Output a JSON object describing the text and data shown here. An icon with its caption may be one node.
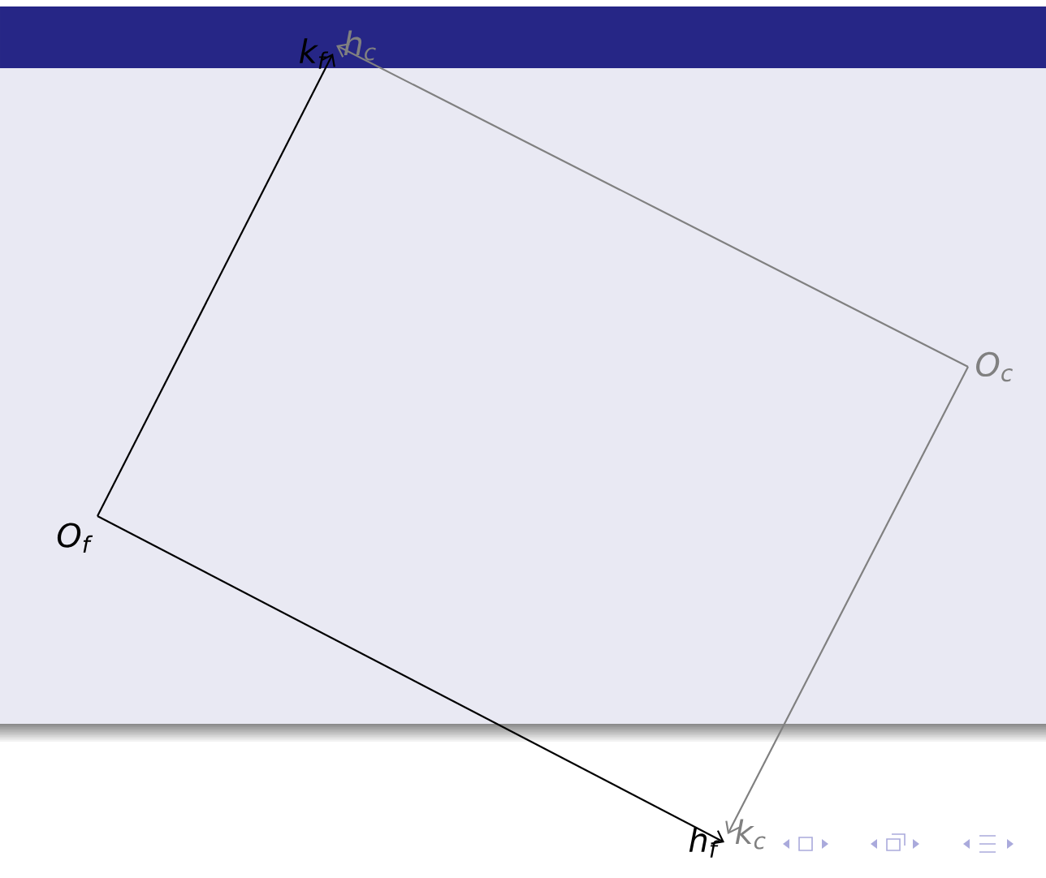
{
  "diagram": {
    "nodes": [
      {
        "text": [
          "O$_{f}$"
        ]
      },
      {
        "text": [
          "k$_{f}$"
        ]
      },
      {
        "text": [
          "h$_{f}$"
        ]
      },
      {
        "text": [
          "O$_{c}$"
        ]
      },
      {
        "text": [
          "h$_{c}$"
        ]
      },
      {
        "text": [
          "k$_{c}$"
        ]
      }
    ],
    "edges": [
      {
        "from": 0,
        "to": 1,
        "arrow": "to"
      },
      {
        "from": 0,
        "to": 2,
        "arrow": "to"
      },
      {
        "from": 3,
        "to": 4,
        "arrow": "to",
        "color": "#808080"
      },
      {
        "from": 3,
        "to": 5,
        "arrow": "to",
        "color": "#808080"
      }
    ]
  }
}
